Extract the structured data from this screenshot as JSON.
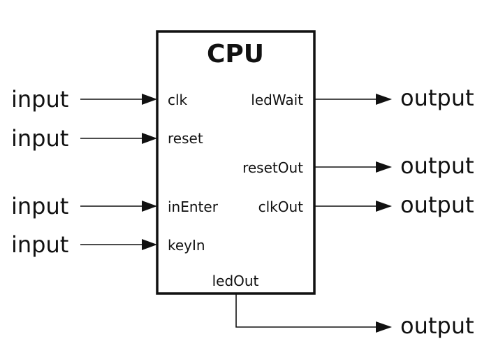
{
  "block": {
    "title": "CPU",
    "ports": {
      "clk": "clk",
      "reset": "reset",
      "inEnter": "inEnter",
      "keyIn": "keyIn",
      "ledWait": "ledWait",
      "resetOut": "resetOut",
      "clkOut": "clkOut",
      "ledOut": "ledOut"
    }
  },
  "inputs": [
    "input",
    "input",
    "input",
    "input"
  ],
  "outputs": [
    "output",
    "output",
    "output",
    "output"
  ]
}
